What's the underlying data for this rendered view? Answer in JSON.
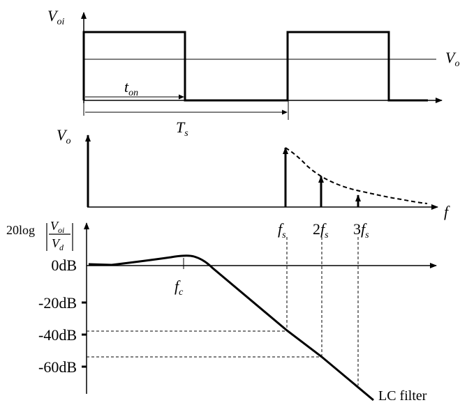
{
  "waveform": {
    "y_axis_label": "V",
    "y_axis_sub": "oi",
    "avg_label": "V",
    "avg_sub": "o",
    "ton_label": "t",
    "ton_sub": "on",
    "period_label": "T",
    "period_sub": "s"
  },
  "spectrum": {
    "y_axis_label": "V",
    "y_axis_sub": "o",
    "x_axis_label": "f",
    "harmonic_labels": [
      {
        "prefix": "",
        "main": "f",
        "sub": "s"
      },
      {
        "prefix": "2",
        "main": "f",
        "sub": "s"
      },
      {
        "prefix": "3",
        "main": "f",
        "sub": "s"
      }
    ]
  },
  "bode": {
    "y_axis_prefix": "20log",
    "ratio_num_main": "V",
    "ratio_num_sub": "oi",
    "ratio_den_main": "V",
    "ratio_den_sub": "d",
    "db_ticks": [
      "0dB",
      "-20dB",
      "-40dB",
      "-60dB"
    ],
    "fc_main": "f",
    "fc_sub": "c",
    "curve_label": "LC filter"
  }
}
